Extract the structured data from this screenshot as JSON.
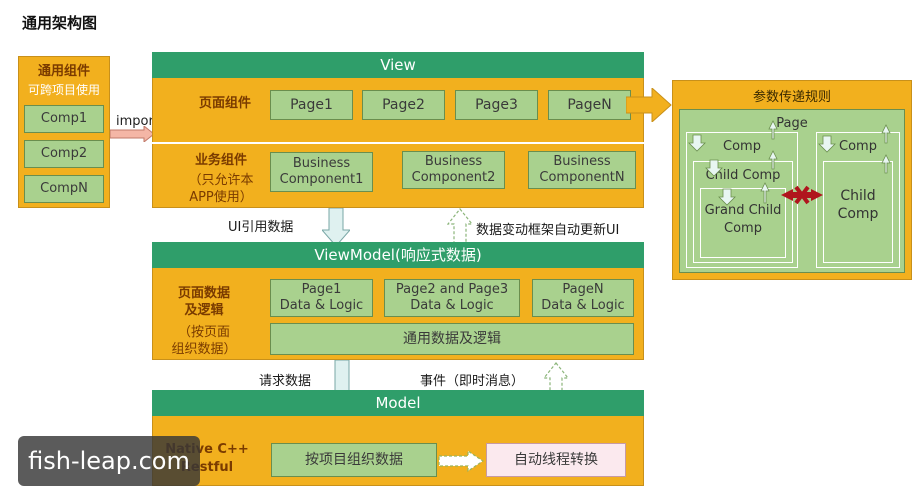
{
  "title": "通用架构图",
  "common": {
    "title": "通用组件",
    "subtitle": "可跨项目使用",
    "items": [
      "Comp1",
      "Comp2",
      "CompN"
    ],
    "import_label": "import"
  },
  "view": {
    "title": "View",
    "page_label": "页面组件",
    "pages": [
      "Page1",
      "Page2",
      "Page3",
      "PageN"
    ],
    "biz_label_line1": "业务组件",
    "biz_label_line2": "（只允许本",
    "biz_label_line3": "APP使用）",
    "biz": [
      {
        "line1": "Business",
        "line2": "Component1"
      },
      {
        "line1": "Business",
        "line2": "Component2"
      },
      {
        "line1": "Business",
        "line2": "ComponentN"
      }
    ]
  },
  "arrows": {
    "ui_ref": "UI引用数据",
    "auto_update": "数据变动框架自动更新UI",
    "request": "请求数据",
    "event": "事件（即时消息）"
  },
  "viewmodel": {
    "title": "ViewModel(响应式数据)",
    "label_line1": "页面数据",
    "label_line2": "及逻辑",
    "label_line3": "（按页面",
    "label_line4": "组织数据）",
    "blocks": [
      {
        "line1": "Page1",
        "line2": "Data & Logic"
      },
      {
        "line1": "Page2 and Page3",
        "line2": "Data & Logic"
      },
      {
        "line1": "PageN",
        "line2": "Data & Logic"
      }
    ],
    "common_logic": "通用数据及逻辑"
  },
  "model": {
    "title": "Model",
    "label_line1": "Native C++",
    "label_line2": "Restful",
    "organize": "按项目组织数据",
    "convert": "自动线程转换"
  },
  "params": {
    "title": "参数传递规则",
    "page": "Page",
    "comp_left": "Comp",
    "child_left": "Child Comp",
    "grand_line1": "Grand Child",
    "grand_line2": "Comp",
    "comp_right": "Comp",
    "child_right_line1": "Child",
    "child_right_line2": "Comp"
  },
  "watermark": "fish-leap.com",
  "colors": {
    "orange": "#f2b01e",
    "green_bar": "#2f9e6a",
    "green_box": "#a9d18e",
    "label_brown": "#7a3b00",
    "cross_red": "#b0151d"
  }
}
